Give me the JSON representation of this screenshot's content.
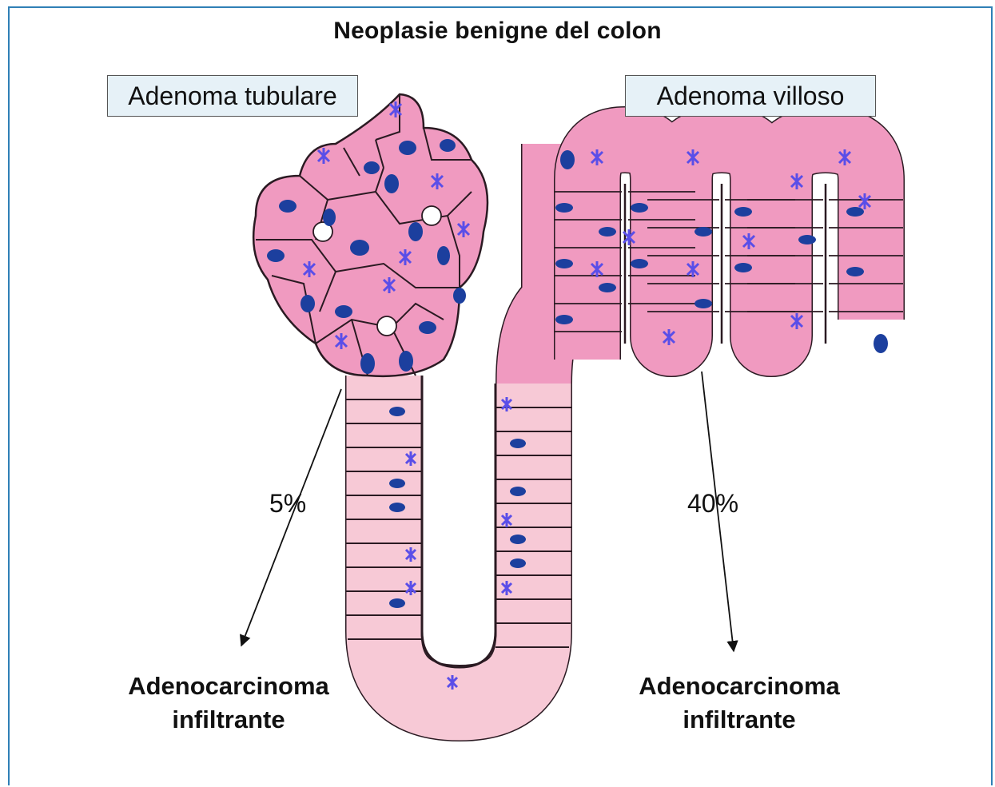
{
  "title": "Neoplasie benigne del colon",
  "tubular": {
    "label": "Adenoma tubulare",
    "percentage": "5%",
    "outcome_line1": "Adenocarcinoma",
    "outcome_line2": "infiltrante"
  },
  "villous": {
    "label": "Adenoma villoso",
    "percentage": "40%",
    "outcome_line1": "Adenocarcinoma",
    "outcome_line2": "infiltrante"
  },
  "colors": {
    "frame": "#2f7fb6",
    "label_fill": "#e6f1f7",
    "dysplastic_cell": "#f09ac0",
    "normal_cell": "#f7c9d6",
    "nucleus": "#1c3f9e",
    "mitotic_chromatin": "#5a4ee8",
    "outline": "#2a1a22"
  }
}
